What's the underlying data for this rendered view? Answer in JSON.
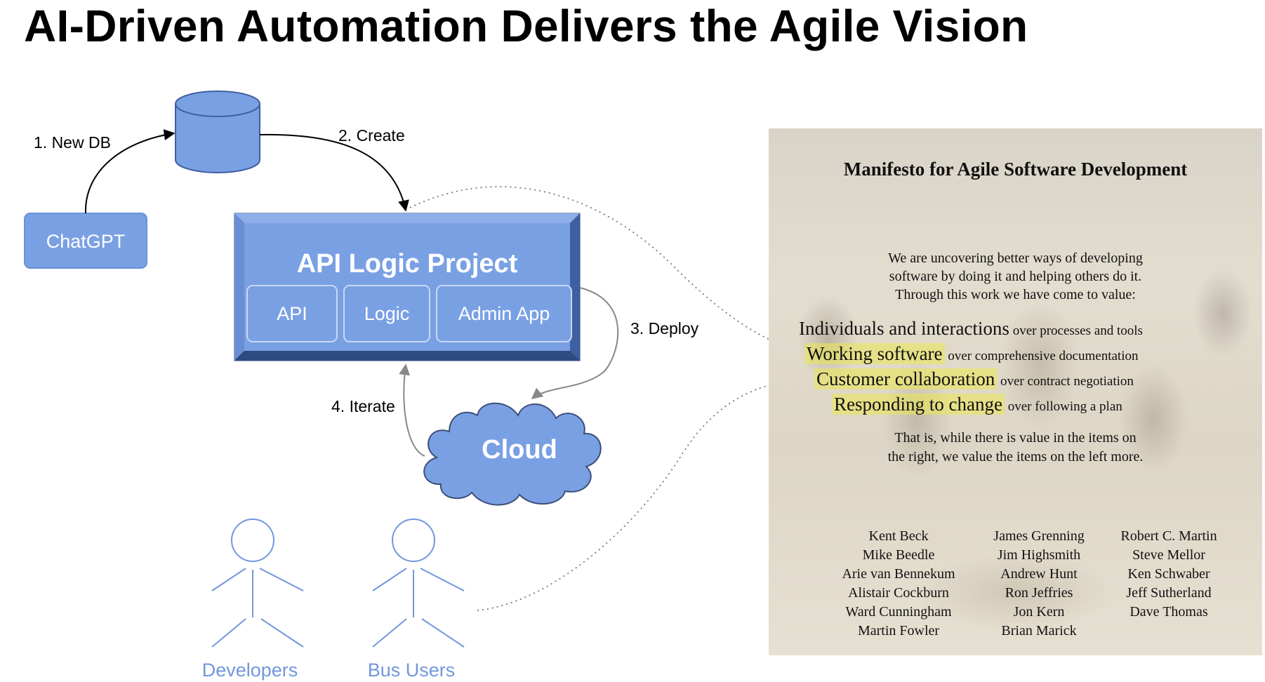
{
  "title": "AI-Driven Automation Delivers the Agile Vision",
  "diagram": {
    "steps": {
      "new_db": "1.  New DB",
      "create": "2. Create",
      "deploy": "3. Deploy",
      "iterate": "4. Iterate"
    },
    "chatgpt_label": "ChatGPT",
    "project": {
      "title": "API Logic Project",
      "components": [
        "API",
        "Logic",
        "Admin App"
      ]
    },
    "cloud_label": "Cloud",
    "actors": [
      "Developers",
      "Bus Users"
    ],
    "colors": {
      "node_fill": "#7aa0e4",
      "node_stroke": "#3e5fa2",
      "actor": "#7197dd"
    }
  },
  "manifesto": {
    "title": "Manifesto for Agile Software Development",
    "intro": [
      "We are uncovering better ways of developing",
      "software by doing it and helping others do it.",
      "Through this work we have come to value:"
    ],
    "values": [
      {
        "left": "Individuals and interactions",
        "right": "over processes and tools",
        "highlight": false
      },
      {
        "left": "Working software",
        "right": "over comprehensive documentation",
        "highlight": true
      },
      {
        "left": "Customer collaboration",
        "right": "over contract negotiation",
        "highlight": true
      },
      {
        "left": "Responding to change",
        "right": "over following a plan",
        "highlight": true
      }
    ],
    "closing": [
      "That is, while there is value in the items on",
      "the right, we value the items on the left more."
    ],
    "signatories": [
      [
        "Kent Beck",
        "Mike Beedle",
        "Arie van Bennekum",
        "Alistair Cockburn",
        "Ward Cunningham",
        "Martin Fowler"
      ],
      [
        "James Grenning",
        "Jim Highsmith",
        "Andrew Hunt",
        "Ron Jeffries",
        "Jon Kern",
        "Brian Marick"
      ],
      [
        "Robert C. Martin",
        "Steve Mellor",
        "Ken Schwaber",
        "Jeff Sutherland",
        "Dave Thomas"
      ]
    ]
  }
}
